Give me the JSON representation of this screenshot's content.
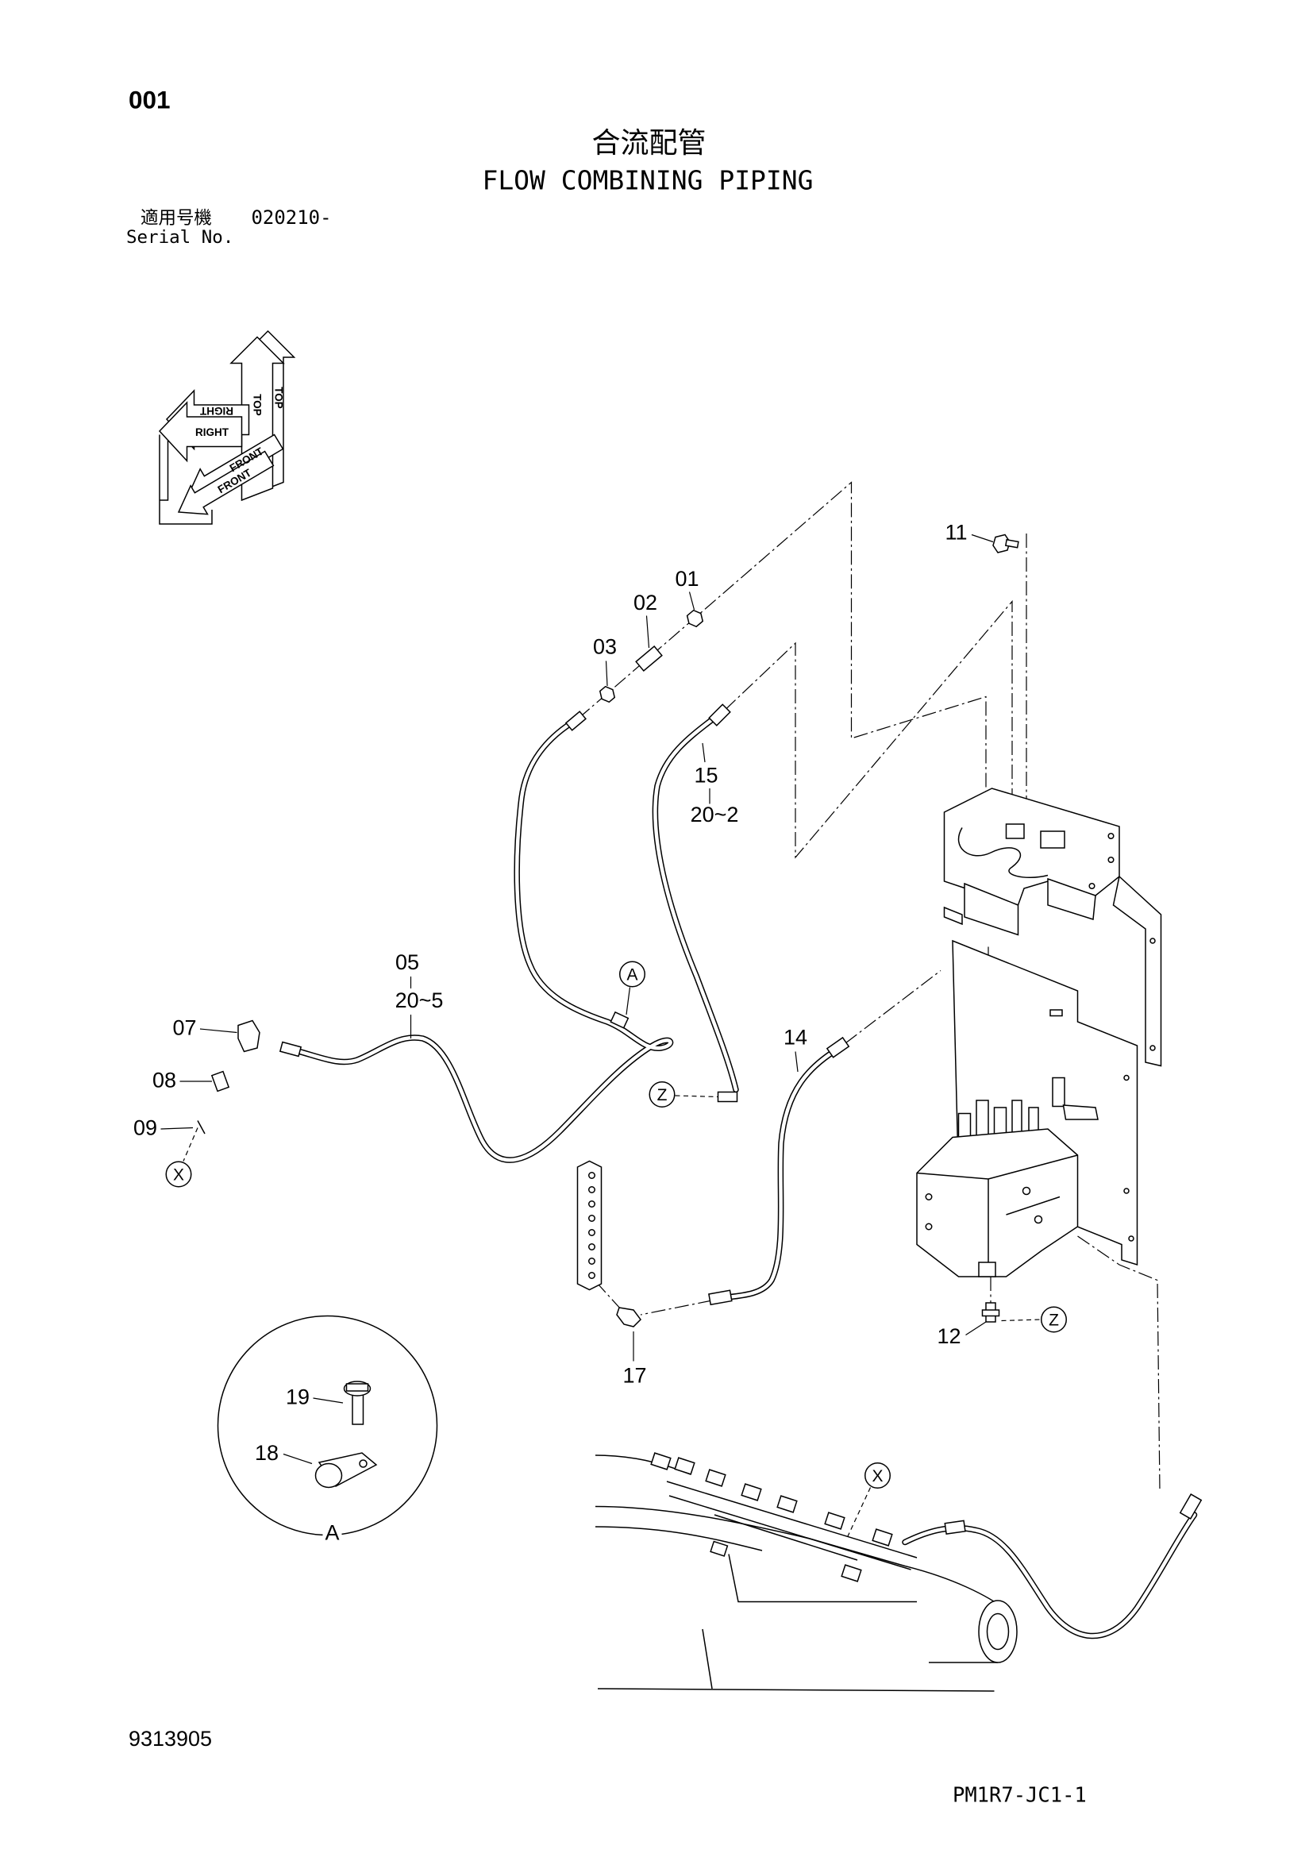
{
  "header": {
    "page_number": "001",
    "title_jp": "合流配管",
    "title_en": "FLOW COMBINING PIPING",
    "serial_label_jp": "適用号機",
    "serial_from": "020210-",
    "serial_label_en": "Serial No."
  },
  "orientation_icon": {
    "top": "TOP",
    "right": "RIGHT",
    "front": "FRONT"
  },
  "callouts": {
    "p01": "01",
    "p02": "02",
    "p03": "03",
    "p05": "05",
    "p05_qty": "20~5",
    "p07": "07",
    "p08": "08",
    "p09": "09",
    "p11": "11",
    "p12": "12",
    "p14": "14",
    "p15": "15",
    "p15_qty": "20~2",
    "p17": "17",
    "p18": "18",
    "p19": "19"
  },
  "view_markers": {
    "a": "A",
    "x": "X",
    "z": "Z"
  },
  "detail_view": {
    "label": "A"
  },
  "footer": {
    "drawing_number": "9313905",
    "page_code": "PM1R7-JC1-1"
  },
  "style": {
    "ink": "#000000",
    "paper": "#ffffff"
  }
}
